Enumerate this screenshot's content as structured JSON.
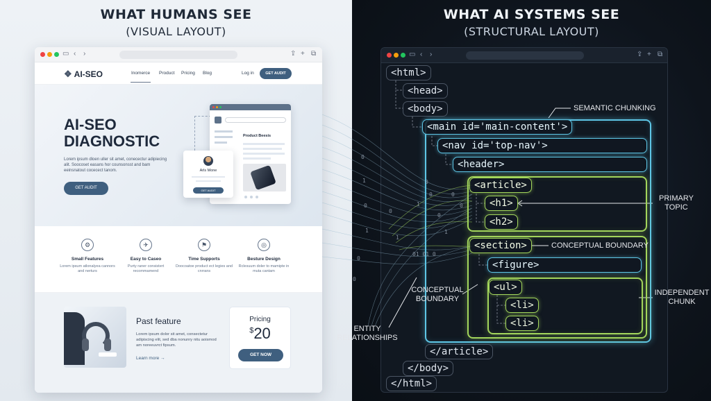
{
  "headings": {
    "left_title": "WHAT HUMANS SEE",
    "left_subtitle": "(VISUAL LAYOUT)",
    "right_title": "WHAT AI SYSTEMS SEE",
    "right_subtitle": "(STRUCTURAL LAYOUT)"
  },
  "colors": {
    "human_accent": "#3f5f7f",
    "cyan": "#5ec6e6",
    "green": "#a3d65c",
    "dark_bg": "#0e141c"
  },
  "site": {
    "logo": "AI-SEO",
    "nav": [
      "Inomerce",
      "Product",
      "Pricing",
      "Blog"
    ],
    "login": "Log in",
    "nav_button": "GET AUDIT",
    "hero_title_line1": "AI-SEO",
    "hero_title_line2": "DIAGNOSTIC",
    "hero_text": "Lorem ipsum dloen uller sit amet, conecectur adipiecing alit. Soocoset easans hor counsonsst and bam eeinsnatout cocecect tanom.",
    "hero_button": "GET AUDIT",
    "mock_heading": "Product Beesis",
    "profile_name": "Arls Mone",
    "profile_button": "GET AUDIT",
    "features": [
      {
        "icon": "small-features-icon",
        "glyph": "⚙",
        "name": "Small Features",
        "desc": "Lorem ipsum atlonalyea cannors and nerturs"
      },
      {
        "icon": "rocket-icon",
        "glyph": "✈",
        "name": "Easy to Caseo",
        "desc": "Purty raner consistert recommamend"
      },
      {
        "icon": "network-icon",
        "glyph": "⚑",
        "name": "Time Supports",
        "desc": "Doocoatoe product ect legies and cnrrans"
      },
      {
        "icon": "target-icon",
        "glyph": "◎",
        "name": "Besture Design",
        "desc": "Rclesuum doler to mamipte in muta cantam"
      }
    ],
    "past_title": "Past feature",
    "past_text": "Lorem ipsum dolor sit amet, consectetur adipiscing elit, sed dba nonunry nitu aoismod am noreeuvrct fipsum.",
    "past_link": "Learn more →",
    "pricing_label": "Pricing",
    "price_currency": "$",
    "price_value": "20",
    "pricing_button": "GET NOW"
  },
  "structure": {
    "tags": {
      "html": "<html>",
      "head": "<head>",
      "body": "<body>",
      "main": "<main id='main-content'>",
      "nav": "<nav id='top-nav'>",
      "header": "<header>",
      "article": "<article>",
      "h1": "<h1>",
      "h2": "<h2>",
      "section": "<section>",
      "figure": "<figure>",
      "ul": "<ul>",
      "li1": "<li>",
      "li2": "<li>",
      "article_close": "</article>",
      "body_close": "</body>",
      "html_close": "</html>"
    },
    "annotations": {
      "semantic_chunking": "SEMANTIC CHUNKING",
      "primary_topic_1": "PRIMARY",
      "primary_topic_2": "TOPIC",
      "conceptual_boundary_right": "CONCEPTUAL BOUNDARY",
      "conceptual_boundary_left_1": "CONCEPTUAL",
      "conceptual_boundary_left_2": "BOUNDARY",
      "independent_chunk_1": "INDEPENDENT",
      "independent_chunk_2": "CHUNK",
      "entity_relationships_1": "ENTITY",
      "entity_relationships_2": "RELATIONSHIPS"
    },
    "binary_fragments": [
      "0",
      "1",
      "0",
      "1",
      "0",
      "0",
      "1",
      "0",
      "0",
      "1",
      "0",
      "0",
      "0",
      "1",
      "01 01 0",
      "0"
    ]
  }
}
